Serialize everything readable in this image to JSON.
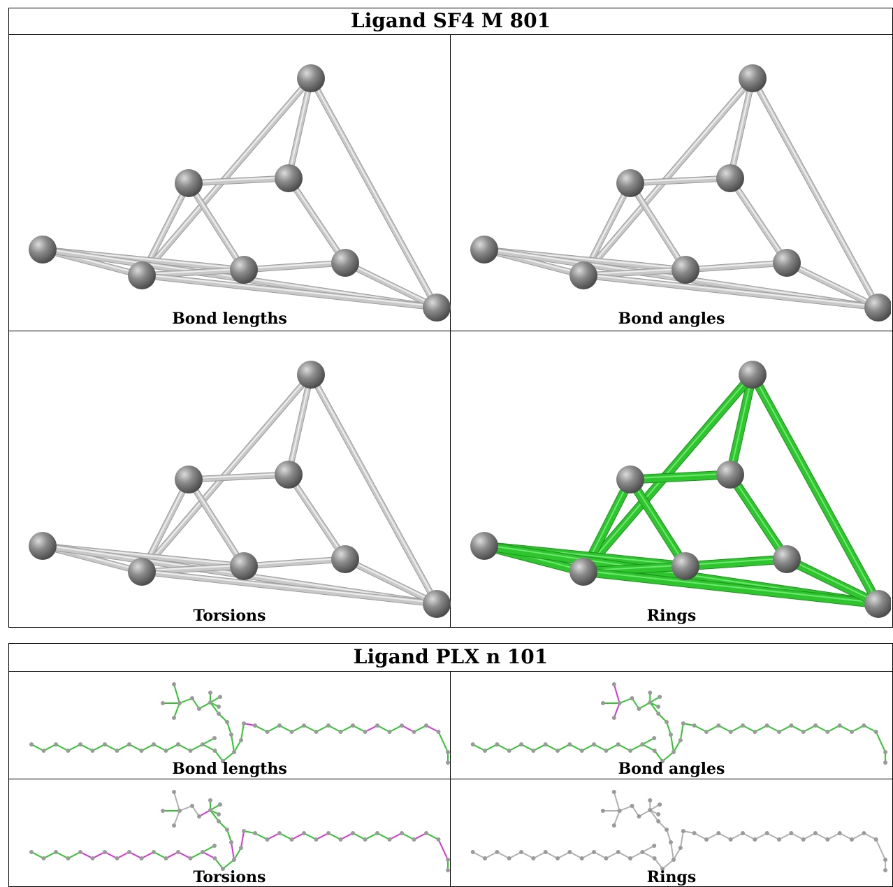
{
  "figures": [
    {
      "title": "Ligand SF4 M 801",
      "panels": [
        {
          "caption": "Bond lengths",
          "bond_color": "#c8c8c8"
        },
        {
          "caption": "Bond angles",
          "bond_color": "#c8c8c8"
        },
        {
          "caption": "Torsions",
          "bond_color": "#c8c8c8"
        },
        {
          "caption": "Rings",
          "bond_color": "#2ec52e"
        }
      ]
    },
    {
      "title": "Ligand PLX n 101",
      "panels": [
        {
          "caption": "Bond lengths"
        },
        {
          "caption": "Bond angles"
        },
        {
          "caption": "Torsions"
        },
        {
          "caption": "Rings"
        }
      ]
    }
  ],
  "colors": {
    "grey_bond": "#c8c8c8",
    "green_bond": "#2ec52e",
    "magenta_bond": "#d633d6",
    "atom": "#8a8a8a",
    "small_atom": "#9a9a9a",
    "small_grey_bond": "#b0b0b0"
  }
}
